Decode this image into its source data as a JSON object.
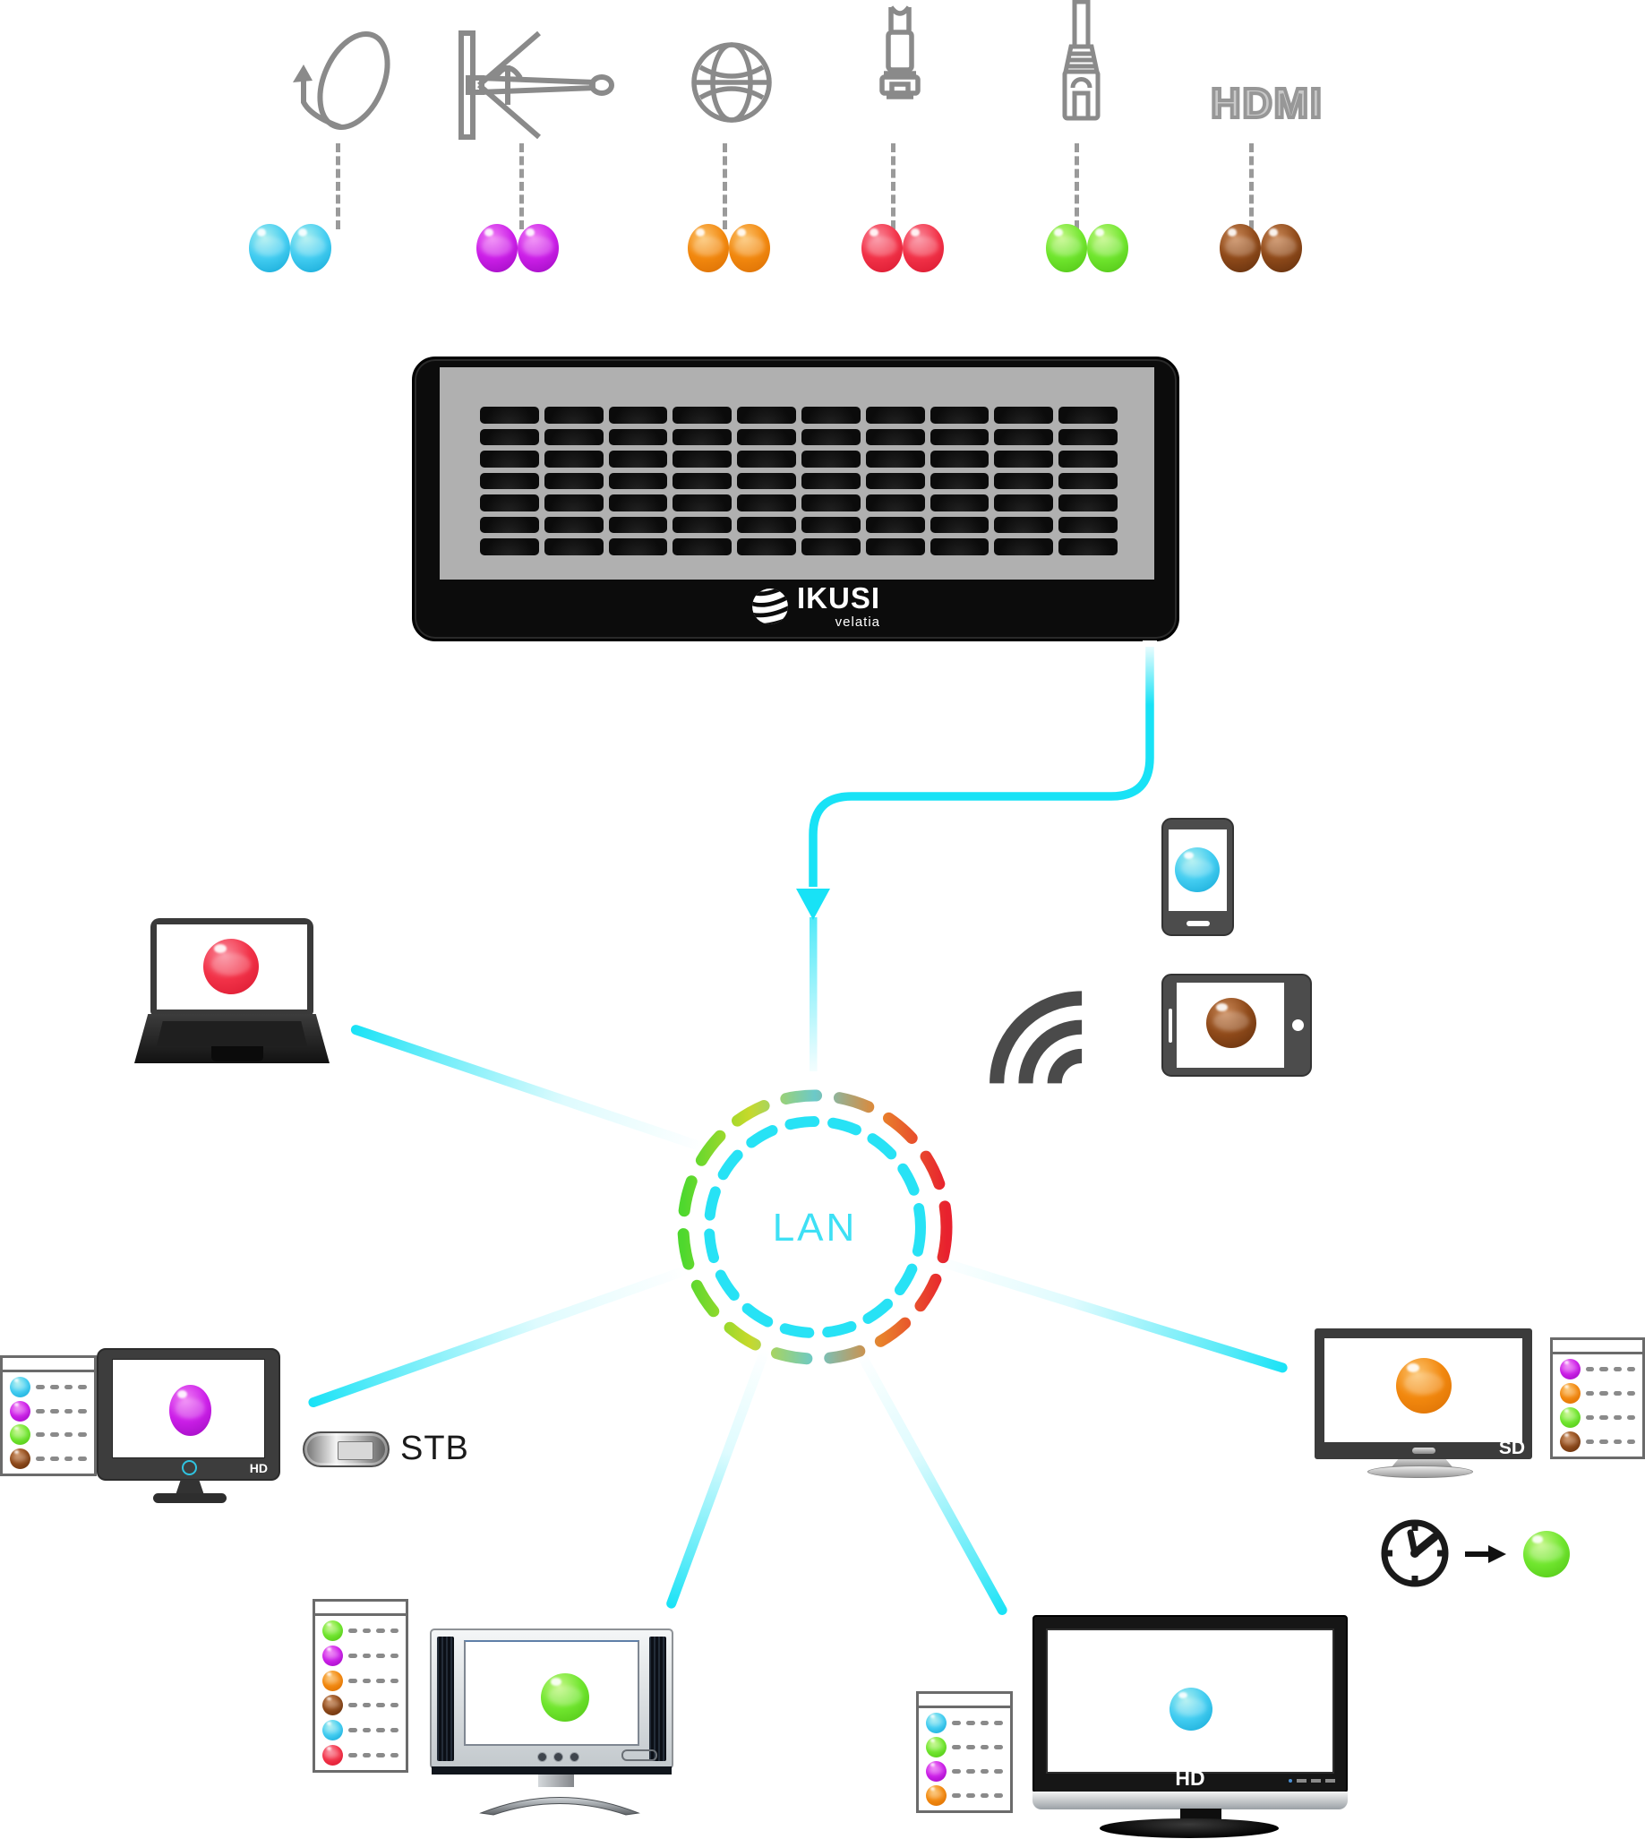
{
  "brand": {
    "name": "IKUSI",
    "tagline": "velatia"
  },
  "inputs": [
    {
      "name": "satellite-dish",
      "ball": "cyan"
    },
    {
      "name": "terrestrial-antenna",
      "ball": "magenta"
    },
    {
      "name": "internet-globe",
      "ball": "orange"
    },
    {
      "name": "coaxial-connector",
      "ball": "red"
    },
    {
      "name": "ethernet-rj45",
      "ball": "green"
    },
    {
      "name": "hdmi",
      "label": "HDMI",
      "ball": "brown"
    }
  ],
  "network": {
    "lan_label": "LAN",
    "stream_color": "#18E2F6"
  },
  "devices": {
    "laptop": {
      "ball": "red"
    },
    "smartphone": {
      "ball": "cyan"
    },
    "tablet": {
      "ball": "brown"
    },
    "tv_hd_left": {
      "badge": "HD",
      "ball": "magenta",
      "stb_label": "STB",
      "channel_list": [
        "cyan",
        "magenta",
        "green",
        "brown"
      ]
    },
    "tv_sd": {
      "badge": "SD",
      "ball": "orange",
      "schedule_ball": "green",
      "channel_list": [
        "magenta",
        "orange",
        "green",
        "brown"
      ]
    },
    "tv_bottom_left": {
      "ball": "green",
      "channel_list": [
        "green",
        "magenta",
        "orange",
        "brown",
        "cyan",
        "red"
      ]
    },
    "tv_hd_bottom_right": {
      "badge": "HD",
      "ball": "cyan",
      "channel_list": [
        "cyan",
        "green",
        "magenta",
        "orange"
      ]
    }
  },
  "colors": {
    "cyan": {
      "light": "#aaefef",
      "base": "#43cdf1",
      "dark": "#12a7d6"
    },
    "magenta": {
      "light": "#f07ef5",
      "base": "#cc1fe8",
      "dark": "#9c0bbf"
    },
    "orange": {
      "light": "#fcc46e",
      "base": "#f2880e",
      "dark": "#d96e04"
    },
    "red": {
      "light": "#fa8a9b",
      "base": "#f23248",
      "dark": "#d8172f"
    },
    "green": {
      "light": "#c4f785",
      "base": "#70e62e",
      "dark": "#4fc214"
    },
    "brown": {
      "light": "#c98756",
      "base": "#8f4a1a",
      "dark": "#5f2d0c"
    }
  }
}
